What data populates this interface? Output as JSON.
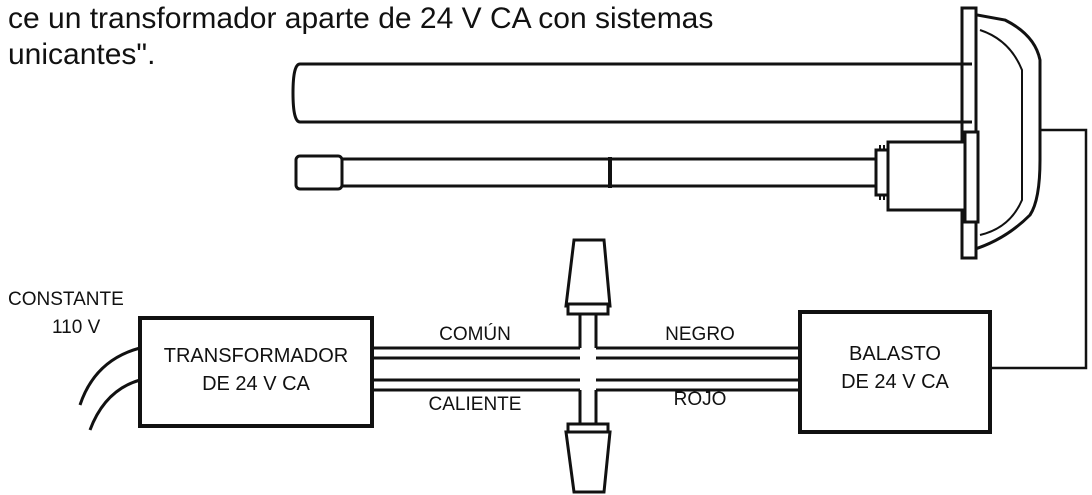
{
  "caption": {
    "line1": "ce un transformador aparte de 24 V CA con sistemas",
    "line2": "unicantes\"."
  },
  "supply": {
    "line1": "CONSTANTE",
    "line2": "110 V"
  },
  "transformer": {
    "line1": "TRANSFORMADOR",
    "line2": "DE 24 V CA"
  },
  "ballast": {
    "line1": "BALASTO",
    "line2": "DE 24 V CA"
  },
  "wires": {
    "common": "COMÚN",
    "hot": "CALIENTE",
    "black": "NEGRO",
    "red": "ROJO"
  },
  "colors": {
    "stroke": "#111111",
    "background": "#ffffff"
  }
}
